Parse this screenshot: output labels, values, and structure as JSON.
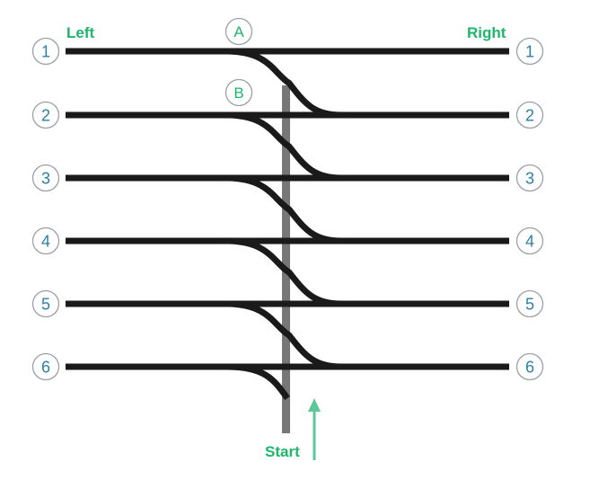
{
  "labels": {
    "left": "Left",
    "right": "Right",
    "start": "Start"
  },
  "points": [
    "A",
    "B"
  ],
  "tracks": [
    "1",
    "2",
    "3",
    "4",
    "5",
    "6"
  ],
  "colors": {
    "track": "#1a1a1a",
    "start_line": "#777777",
    "label_green": "#1db66a",
    "badge_text": "#2e7fa6",
    "badge_border": "#9aa0a6",
    "arrow": "#5ec79a"
  }
}
